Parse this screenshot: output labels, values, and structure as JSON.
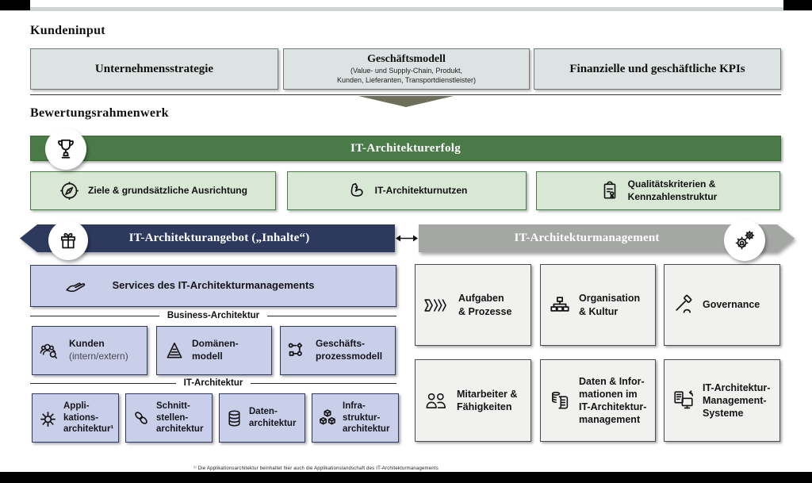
{
  "headings": {
    "kundeninput": "Kundeninput",
    "bewertungsrahmenwerk": "Bewertungsrahmenwerk"
  },
  "kundeninput": {
    "boxes": [
      {
        "title": "Unternehmensstrategie"
      },
      {
        "title": "Geschäftsmodell",
        "subtitle": "(Value- und Supply-Chain, Produkt,\nKunden, Lieferanten, Transportdienstleister)"
      },
      {
        "title": "Finanzielle und geschäftliche KPIs"
      }
    ]
  },
  "erfolg": {
    "banner_label": "IT-Architekturerfolg",
    "banner_icon": "trophy-icon",
    "boxes": [
      {
        "icon": "compass-icon",
        "label": "Ziele & grundsätzliche Ausrichtung"
      },
      {
        "icon": "muscle-icon",
        "label": "IT-Architekturnutzen"
      },
      {
        "icon": "clipboard-certificate-icon",
        "label": "Qualitätskriterien &\nKennzahlenstruktur"
      }
    ]
  },
  "angebot": {
    "banner_label": "IT-Architekturangebot („Inhalte“)",
    "banner_icon": "gift-icon",
    "services": {
      "icon": "offering-hand-icon",
      "label": "Services des IT-Architekturmanagements"
    },
    "business_divider": "Business-Architektur",
    "business_items": [
      {
        "icon": "customers-icon",
        "title": "Kunden",
        "subtitle": "(intern/extern)"
      },
      {
        "icon": "pyramid-icon",
        "title": "Domänen-\nmodell"
      },
      {
        "icon": "process-model-icon",
        "title": "Geschäfts-\nprozessmodell"
      }
    ],
    "it_divider": "IT-Architektur",
    "it_items": [
      {
        "icon": "application-network-icon",
        "title": "Appli-\nkations-\narchitektur¹"
      },
      {
        "icon": "chain-icon",
        "title": "Schnitt-\nstellen-\narchitektur"
      },
      {
        "icon": "database-icon",
        "title": "Daten-\narchitektur"
      },
      {
        "icon": "cubes-icon",
        "title": "Infra-\nstruktur-\narchitektur"
      }
    ]
  },
  "management": {
    "banner_label": "IT-Architekturmanagement",
    "banner_icon": "gears-icon",
    "items": [
      {
        "icon": "process-chevrons-icon",
        "title": "Aufgaben\n& Prozesse"
      },
      {
        "icon": "org-chart-icon",
        "title": "Organisation\n& Kultur"
      },
      {
        "icon": "gavel-icon",
        "title": "Governance"
      },
      {
        "icon": "two-people-icon",
        "title": "Mitarbeiter &\nFähigkeiten"
      },
      {
        "icon": "data-documents-icon",
        "title": "Daten & Infor-\nmationen im\nIT-Architektur-\nmanagement"
      },
      {
        "icon": "systems-icon",
        "title": "IT-Architektur-\nManagement-\nSysteme"
      }
    ]
  },
  "footnote": "¹⁾ Die Applikationsarchitektur beinhaltet hier auch die Applikationslandschaft des IT-Architekturmanagements",
  "colors": {
    "green_band": "#4a7a47",
    "light_green_box": "#d9e7d5",
    "navy_banner": "#2d3a5e",
    "lavender_box": "#c9cee9",
    "gray_banner": "#a5a7a5",
    "light_gray_box": "#f1f1ef",
    "top_box": "#dce3e2"
  }
}
